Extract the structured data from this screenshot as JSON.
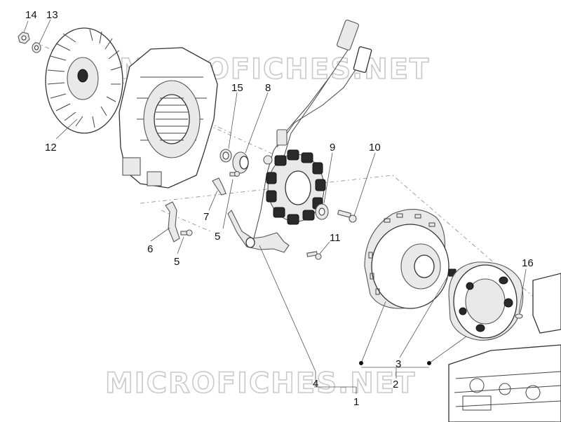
{
  "watermark": "MICROFICHES.NET",
  "colors": {
    "ink": "#111111",
    "watermark": "#c9c9c9",
    "part_fill": "#e9e9e9"
  },
  "callouts": [
    {
      "id": "14",
      "label": "14"
    },
    {
      "id": "13",
      "label": "13"
    },
    {
      "id": "12",
      "label": "12"
    },
    {
      "id": "15",
      "label": "15"
    },
    {
      "id": "8",
      "label": "8"
    },
    {
      "id": "9",
      "label": "9"
    },
    {
      "id": "10",
      "label": "10"
    },
    {
      "id": "7",
      "label": "7"
    },
    {
      "id": "5a",
      "label": "5"
    },
    {
      "id": "6",
      "label": "6"
    },
    {
      "id": "5b",
      "label": "5"
    },
    {
      "id": "11",
      "label": "11"
    },
    {
      "id": "16",
      "label": "16"
    },
    {
      "id": "3",
      "label": "3"
    },
    {
      "id": "4",
      "label": "4"
    },
    {
      "id": "2",
      "label": "2"
    },
    {
      "id": "1",
      "label": "1"
    }
  ],
  "icons": [
    "flywheel-fan-icon",
    "crankcase-icon",
    "stator-icon",
    "rotor-icon",
    "starter-gear-icon",
    "cylinder-head-icon"
  ]
}
